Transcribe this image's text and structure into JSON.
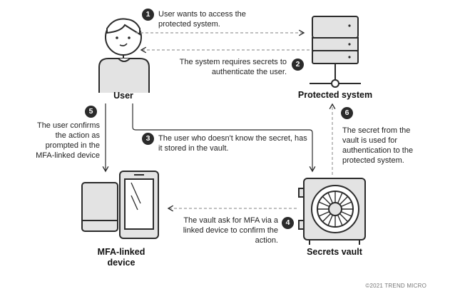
{
  "nodes": {
    "user": "User",
    "protected_system": "Protected system",
    "mfa_device": "MFA-linked device",
    "secrets_vault": "Secrets vault"
  },
  "steps": [
    {
      "number": "1",
      "text": "User wants to access the protected system."
    },
    {
      "number": "2",
      "text": "The system requires secrets to authenticate the user."
    },
    {
      "number": "3",
      "text": "The user who doesn't know the secret, has it stored in the vault."
    },
    {
      "number": "4",
      "text": "The vault ask for MFA via a linked device to confirm the action."
    },
    {
      "number": "5",
      "text": "The user confirms the action as prompted in the MFA-linked device"
    },
    {
      "number": "6",
      "text": "The secret from the vault is used for authentication to the protected system."
    }
  ],
  "copyright": "©2021 TREND MICRO",
  "icons": [
    "person-icon",
    "server-icon",
    "mobile-devices-icon",
    "vault-icon"
  ],
  "colors": {
    "stroke": "#2b2b2b",
    "fill_gray": "#e3e3e3",
    "badge": "#2b2b2b"
  }
}
